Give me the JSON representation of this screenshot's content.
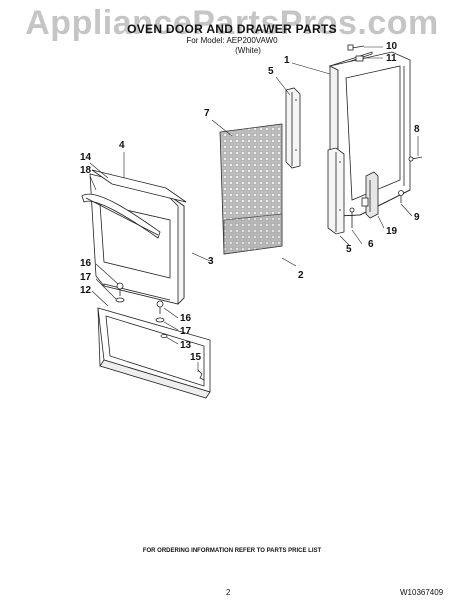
{
  "watermark": "AppliancePartsPros.com",
  "header": {
    "title": "OVEN DOOR AND DRAWER PARTS",
    "model": "For Model: AEP200VAW0",
    "color": "(White)"
  },
  "callouts": [
    {
      "id": "c1",
      "label": "1"
    },
    {
      "id": "c2",
      "label": "2"
    },
    {
      "id": "c3",
      "label": "3"
    },
    {
      "id": "c4",
      "label": "4"
    },
    {
      "id": "c5a",
      "label": "5"
    },
    {
      "id": "c5b",
      "label": "5"
    },
    {
      "id": "c6",
      "label": "6"
    },
    {
      "id": "c7",
      "label": "7"
    },
    {
      "id": "c8",
      "label": "8"
    },
    {
      "id": "c9",
      "label": "9"
    },
    {
      "id": "c10",
      "label": "10"
    },
    {
      "id": "c11",
      "label": "11"
    },
    {
      "id": "c12",
      "label": "12"
    },
    {
      "id": "c13",
      "label": "13"
    },
    {
      "id": "c14",
      "label": "14"
    },
    {
      "id": "c15",
      "label": "15"
    },
    {
      "id": "c16a",
      "label": "16"
    },
    {
      "id": "c16b",
      "label": "16"
    },
    {
      "id": "c17a",
      "label": "17"
    },
    {
      "id": "c17b",
      "label": "17"
    },
    {
      "id": "c18",
      "label": "18"
    },
    {
      "id": "c19",
      "label": "19"
    }
  ],
  "footer": {
    "note": "FOR ORDERING INFORMATION REFER TO PARTS PRICE LIST",
    "page": "2",
    "doc_number": "W10367409"
  }
}
